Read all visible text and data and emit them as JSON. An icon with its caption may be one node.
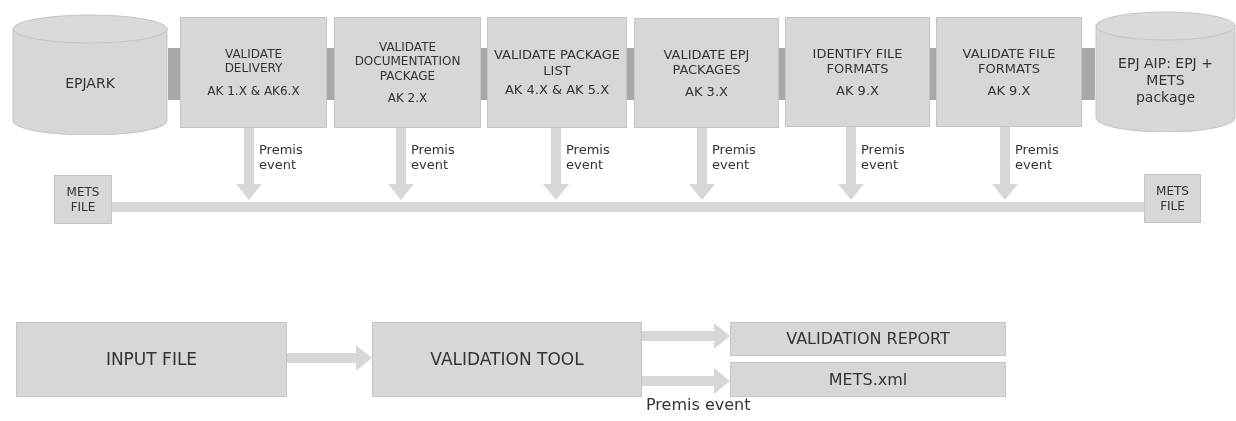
{
  "diagram": {
    "nodes": [
      {
        "text": [
          "EPJARK"
        ]
      },
      {
        "text": [
          "VALIDATE DELIVERY",
          "AK 1.X & AK6.X"
        ]
      },
      {
        "text": [
          "VALIDATE DOCUMENTATION PACKAGE",
          "AK 2.X"
        ]
      },
      {
        "text": [
          "VALIDATE PACKAGE LIST",
          "AK 4.X & AK 5.X"
        ]
      },
      {
        "text": [
          "VALIDATE EPJ PACKAGES",
          "AK 3.X"
        ]
      },
      {
        "text": [
          "IDENTIFY FILE FORMATS",
          "AK 9.X"
        ]
      },
      {
        "text": [
          "VALIDATE FILE FORMATS",
          "AK 9.X"
        ]
      },
      {
        "text": [
          "EPJ AIP: EPJ + METS package"
        ]
      },
      {
        "text": [
          "METS FILE"
        ]
      },
      {
        "text": [
          "METS FILE"
        ]
      },
      {
        "text": [
          "INPUT FILE"
        ]
      },
      {
        "text": [
          "VALIDATION TOOL"
        ]
      },
      {
        "text": [
          "VALIDATION REPORT"
        ]
      },
      {
        "text": [
          "METS.xml"
        ]
      }
    ],
    "edges": [
      {
        "from": 0,
        "to": 1,
        "arrow": "none",
        "style": "thick",
        "color": "#a7a8aa"
      },
      {
        "from": 1,
        "to": 2,
        "arrow": "none",
        "style": "thick",
        "color": "#a7a8aa"
      },
      {
        "from": 2,
        "to": 3,
        "arrow": "none",
        "style": "thick",
        "color": "#a7a8aa"
      },
      {
        "from": 3,
        "to": 4,
        "arrow": "none",
        "style": "thick",
        "color": "#a7a8aa"
      },
      {
        "from": 4,
        "to": 5,
        "arrow": "none",
        "style": "thick",
        "color": "#a7a8aa"
      },
      {
        "from": 5,
        "to": 6,
        "arrow": "none",
        "style": "thick",
        "color": "#a7a8aa"
      },
      {
        "from": 6,
        "to": 7,
        "arrow": "none",
        "style": "thick",
        "color": "#a7a8aa"
      },
      {
        "from": 1,
        "to": null,
        "arrow": "to",
        "label": "Premis event"
      },
      {
        "from": 2,
        "to": null,
        "arrow": "to",
        "label": "Premis event"
      },
      {
        "from": 3,
        "to": null,
        "arrow": "to",
        "label": "Premis event"
      },
      {
        "from": 4,
        "to": null,
        "arrow": "to",
        "label": "Premis event"
      },
      {
        "from": 5,
        "to": null,
        "arrow": "to",
        "label": "Premis event"
      },
      {
        "from": 6,
        "to": null,
        "arrow": "to",
        "label": "Premis event"
      },
      {
        "from": 8,
        "to": 9,
        "arrow": "none"
      },
      {
        "from": 10,
        "to": 11,
        "arrow": "to"
      },
      {
        "from": 11,
        "to": 12,
        "arrow": "to"
      },
      {
        "from": 11,
        "to": 13,
        "arrow": "to",
        "label": "Premis event"
      }
    ]
  }
}
